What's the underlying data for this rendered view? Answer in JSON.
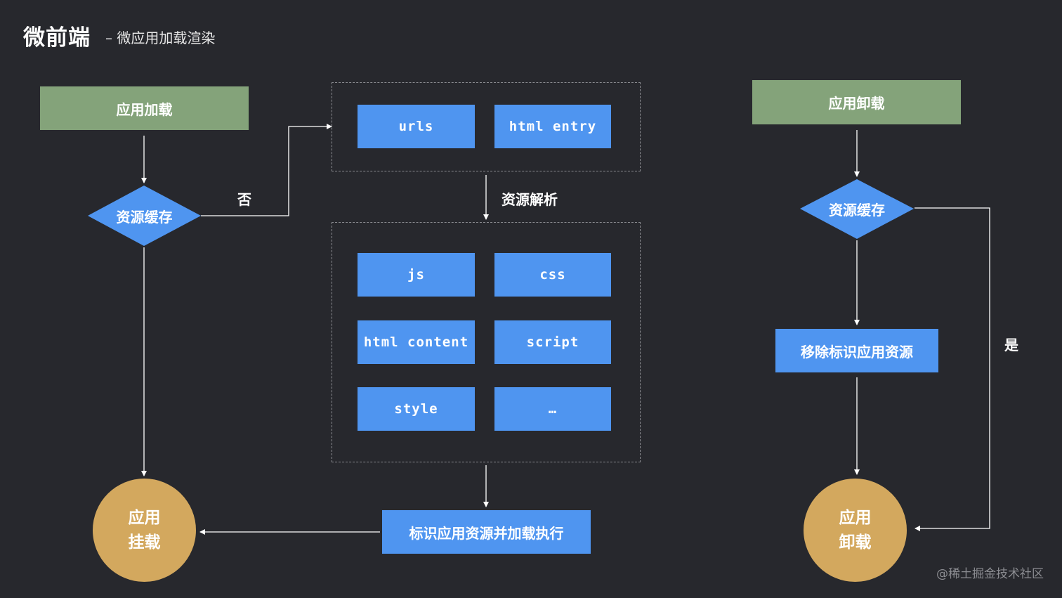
{
  "header": {
    "title": "微前端",
    "subtitle": "–  微应用加载渲染"
  },
  "nodes": {
    "app_load": "应用加载",
    "cache_check_left": "资源缓存",
    "url_source": "urls",
    "html_entry": "html entry",
    "parse_label": "资源解析",
    "js": "js",
    "css": "css",
    "html_content": "html content",
    "script": "script",
    "style": "style",
    "more": "…",
    "mark_and_execute": "标识应用资源并加载执行",
    "mount_line1": "应用",
    "mount_line2": "挂载",
    "app_unload": "应用卸载",
    "cache_check_right": "资源缓存",
    "remove_mark": "移除标识应用资源",
    "unmount_line1": "应用",
    "unmount_line2": "卸载"
  },
  "edges": {
    "no_label": "否",
    "yes_label": "是"
  },
  "watermark": "@稀土掘金技术社区",
  "colors": {
    "background": "#27282d",
    "green": "#84a37a",
    "blue": "#4f95f0",
    "circle": "#d3a85e",
    "line": "#ffffff"
  }
}
